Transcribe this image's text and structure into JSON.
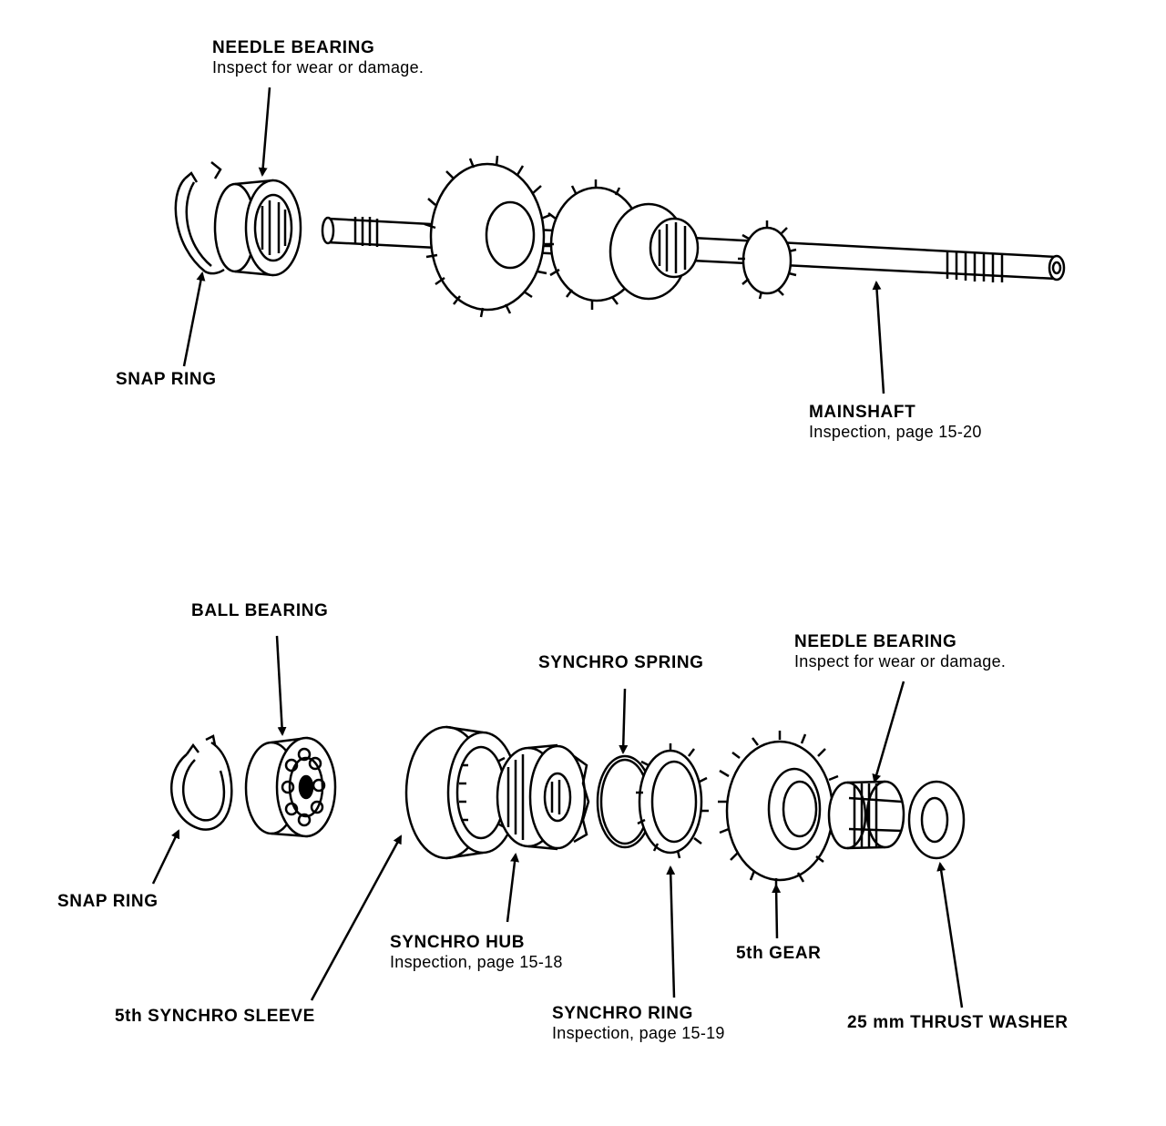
{
  "top_assembly": {
    "needle_bearing": {
      "name": "NEEDLE BEARING",
      "note": "Inspect for wear or damage."
    },
    "snap_ring": {
      "name": "SNAP RING"
    },
    "mainshaft": {
      "name": "MAINSHAFT",
      "note": "Inspection, page 15-20"
    }
  },
  "bottom_assembly": {
    "ball_bearing": {
      "name": "BALL BEARING"
    },
    "synchro_spring": {
      "name": "SYNCHRO SPRING"
    },
    "needle_bearing": {
      "name": "NEEDLE BEARING",
      "note": "Inspect for wear or damage."
    },
    "snap_ring": {
      "name": "SNAP RING"
    },
    "synchro_hub": {
      "name": "SYNCHRO HUB",
      "note": "Inspection, page 15-18"
    },
    "fifth_gear": {
      "name": "5th GEAR"
    },
    "fifth_synchro_sleeve": {
      "name": "5th SYNCHRO SLEEVE"
    },
    "synchro_ring": {
      "name": "SYNCHRO RING",
      "note": "Inspection, page 15-19"
    },
    "thrust_washer": {
      "name": "25 mm THRUST WASHER"
    }
  }
}
